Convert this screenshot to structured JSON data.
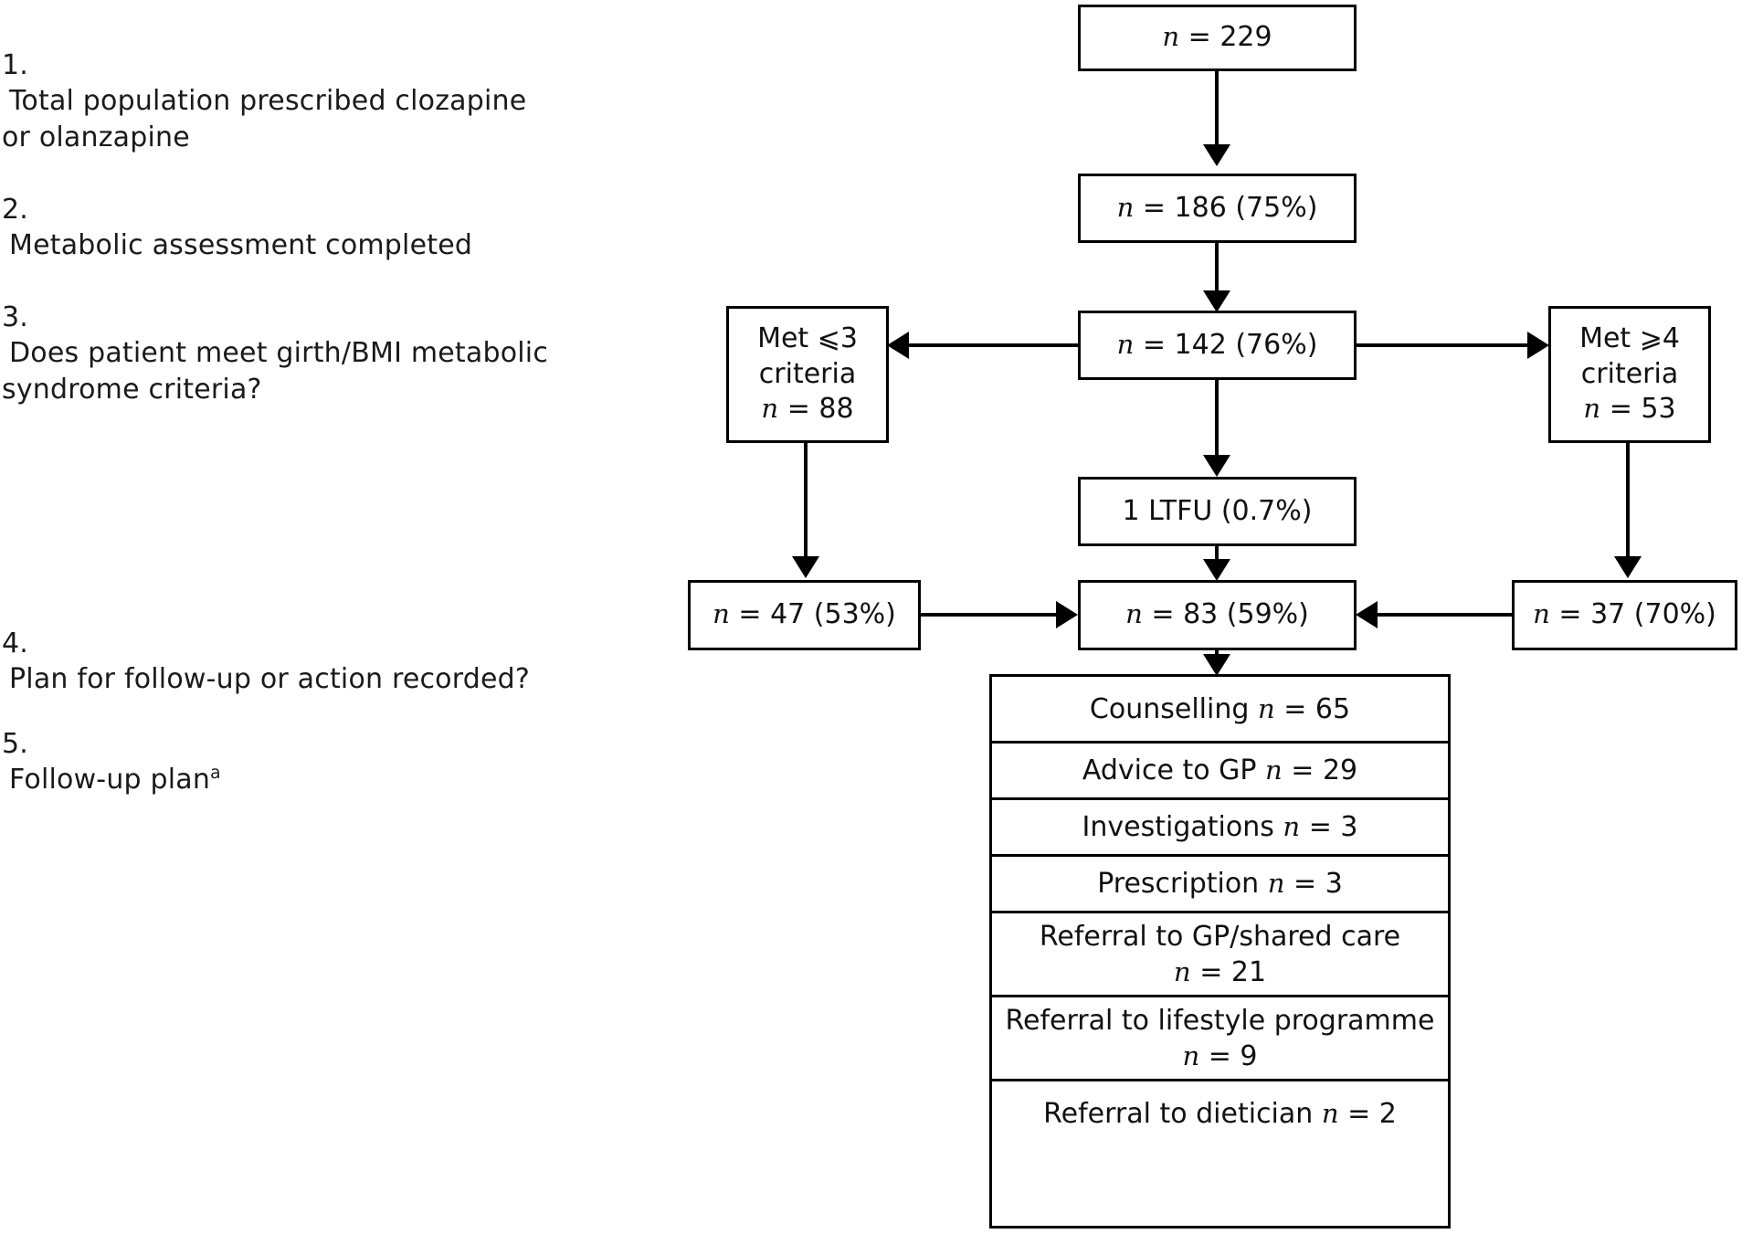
{
  "figure": {
    "type": "flowchart",
    "title": "Metabolic monitoring and follow-up cascade for patients prescribed clozapine or olanzapine"
  },
  "steps": [
    {
      "number": "1.",
      "text": "Total population prescribed clozapine\nor olanzapine"
    },
    {
      "number": "2.",
      "text": "Metabolic assessment completed"
    },
    {
      "number": "3.",
      "text": "Does patient meet girth/BMI metabolic\nsyndrome criteria?"
    },
    {
      "number": "4.",
      "text": "Plan for follow-up or action recorded?"
    },
    {
      "number": "5.",
      "text": "Follow-up plan",
      "superscript": "a"
    }
  ],
  "nodes": {
    "total_population": {
      "label": "n = 229",
      "n": 229
    },
    "assessment_completed": {
      "label": "n = 186 (75%)",
      "n": 186,
      "percent": "75%"
    },
    "meets_criteria": {
      "label": "n = 142 (76%)",
      "n": 142,
      "percent": "76%"
    },
    "met_le3": {
      "line1": "Met ⩽3",
      "line2": "criteria",
      "line3": "n = 88",
      "n": 88
    },
    "met_ge4": {
      "line1": "Met ⩾4",
      "line2": "criteria",
      "line3": "n = 53",
      "n": 53
    },
    "ltfu": {
      "label": "1 LTFU (0.7%)",
      "n": 1,
      "percent": "0.7%"
    },
    "plan_left": {
      "label": "n = 47 (53%)",
      "n": 47,
      "percent": "53%"
    },
    "plan_centre": {
      "label": "n = 83 (59%)",
      "n": 83,
      "percent": "59%"
    },
    "plan_right": {
      "label": "n = 37 (70%)",
      "n": 37,
      "percent": "70%"
    }
  },
  "follow_up_plan": [
    {
      "label": "Counselling n = 65",
      "n": 65,
      "lines": 1
    },
    {
      "label": "Advice to GP n = 29",
      "n": 29,
      "lines": 1
    },
    {
      "label": "Investigations n = 3",
      "n": 3,
      "lines": 1
    },
    {
      "label": "Prescription n = 3",
      "n": 3,
      "lines": 1
    },
    {
      "label": "Referral to GP/shared care\nn = 21",
      "n": 21,
      "lines": 2
    },
    {
      "label": "Referral to lifestyle programme\nn = 9",
      "n": 9,
      "lines": 2
    },
    {
      "label": "Referral to dietician n = 2",
      "n": 2,
      "lines": 1
    }
  ],
  "colors": {
    "stroke": "#000000",
    "background": "#ffffff",
    "text": "#111111"
  }
}
